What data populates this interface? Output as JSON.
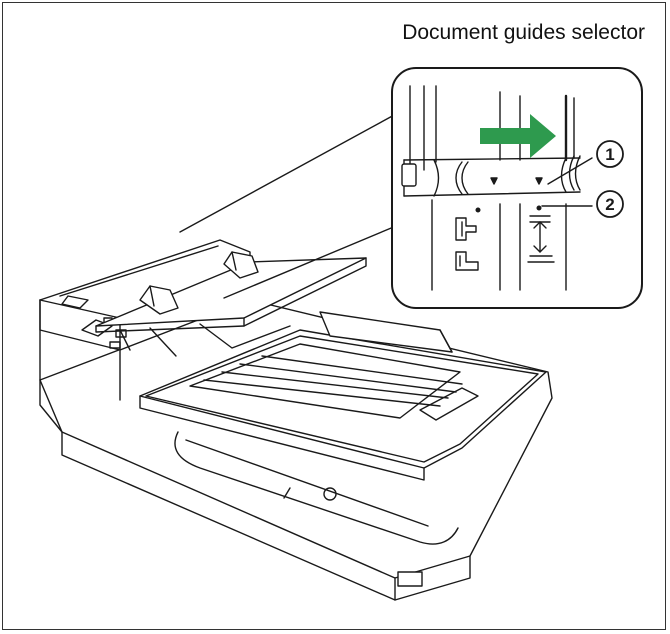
{
  "figure": {
    "title": "Document guides selector",
    "callouts": [
      {
        "label": "1"
      },
      {
        "label": "2"
      }
    ],
    "colors": {
      "line": "#1a1a1a",
      "arrow": "#2e9a4e",
      "background": "#ffffff"
    }
  }
}
